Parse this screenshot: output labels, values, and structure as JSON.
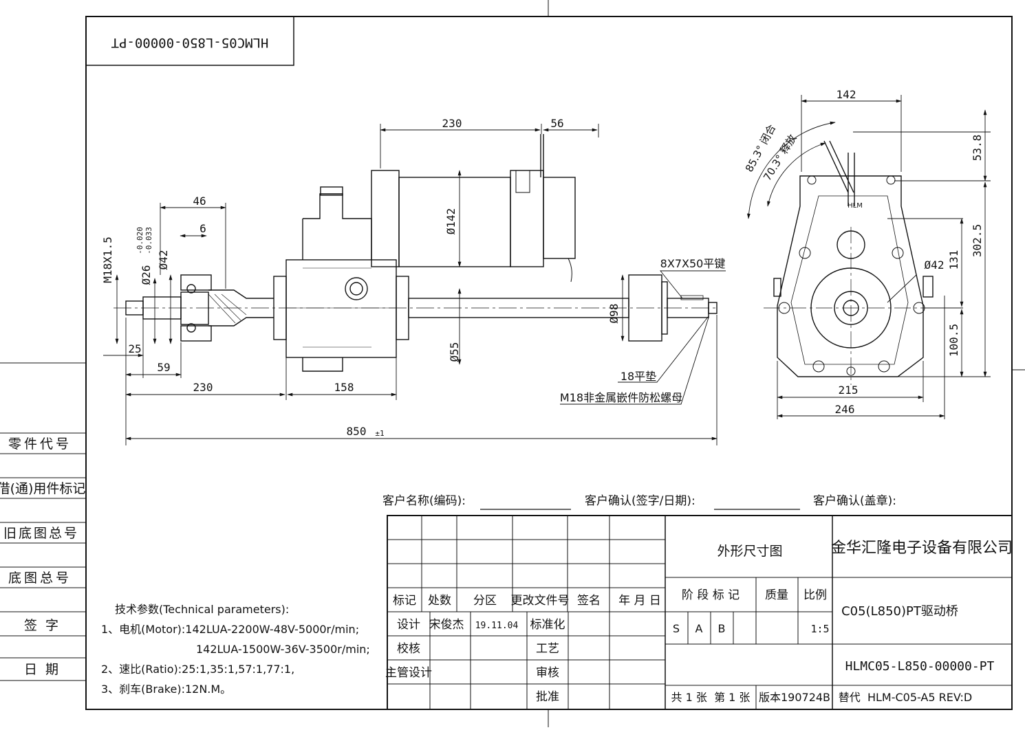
{
  "drawing": {
    "code_rotated": "HLMC05-L850-00000-PT",
    "left_strip": [
      "零件代号",
      "借(通)用件标记",
      "旧底图总号",
      "底图总号",
      "签  字",
      "日  期"
    ],
    "front_dims": {
      "d230_top": "230",
      "d56": "56",
      "d46": "46",
      "d6": "6",
      "m18": "M18X1.5",
      "tol_upper": "-0.020",
      "tol_lower": "-0.033",
      "phi26": "Ø26",
      "phi42": "Ø42",
      "phi142": "Ø142",
      "phi98": "Ø98",
      "phi55": "Ø55",
      "d25": "25",
      "d59": "59",
      "d230_bot": "230",
      "d158": "158",
      "d850": "850",
      "tol850": "±1",
      "key": "8X7X50平键",
      "washer": "18平垫",
      "nut": "M18非金属嵌件防松螺母"
    },
    "side_dims": {
      "d142": "142",
      "d53_8": "53.8",
      "d302_5": "302.5",
      "d131": "131",
      "d100_5": "100.5",
      "phi42": "Ø42",
      "d215": "215",
      "d246": "246",
      "angle_close": "85.3° 闭合",
      "angle_release": "70.3° 释放",
      "logo": "HLM"
    },
    "tech": {
      "title": "技术参数(Technical parameters):",
      "line1": "1、电机(Motor):142LUA-2200W-48V-5000r/min;",
      "line1b": "142LUA-1500W-36V-3500r/min;",
      "line2": "2、速比(Ratio):25:1,35:1,57:1,77:1,",
      "line3": "3、刹车(Brake):12N.M。"
    },
    "customer": {
      "name": "客户名称(编码):",
      "confirm_sign": "客户确认(签字/日期):",
      "confirm_stamp": "客户确认(盖章):"
    },
    "title_block": {
      "h_mark": "标记",
      "h_count": "处数",
      "h_zone": "分区",
      "h_doc": "更改文件号",
      "h_sign": "签名",
      "h_date": "年 月 日",
      "design": "设计",
      "designer": "宋俊杰",
      "design_date": "19.11.04",
      "standard": "标准化",
      "check": "校核",
      "process": "工艺",
      "chief": "主管设计",
      "review": "审核",
      "approve": "批准",
      "drawing_name": "外形尺寸图",
      "stage": "阶 段 标 记",
      "mass": "质量",
      "ratio": "比例",
      "stage_s": "S",
      "stage_a": "A",
      "stage_b": "B",
      "scale": "1:5",
      "company": "金华汇隆电子设备有限公司",
      "product": "C05(L850)PT驱动桥",
      "code": "HLMC05-L850-00000-PT",
      "sheets": "共 1 张  第 1 张",
      "version": "版本190724B",
      "replaces": "替代  HLM-C05-A5 REV:D"
    }
  }
}
